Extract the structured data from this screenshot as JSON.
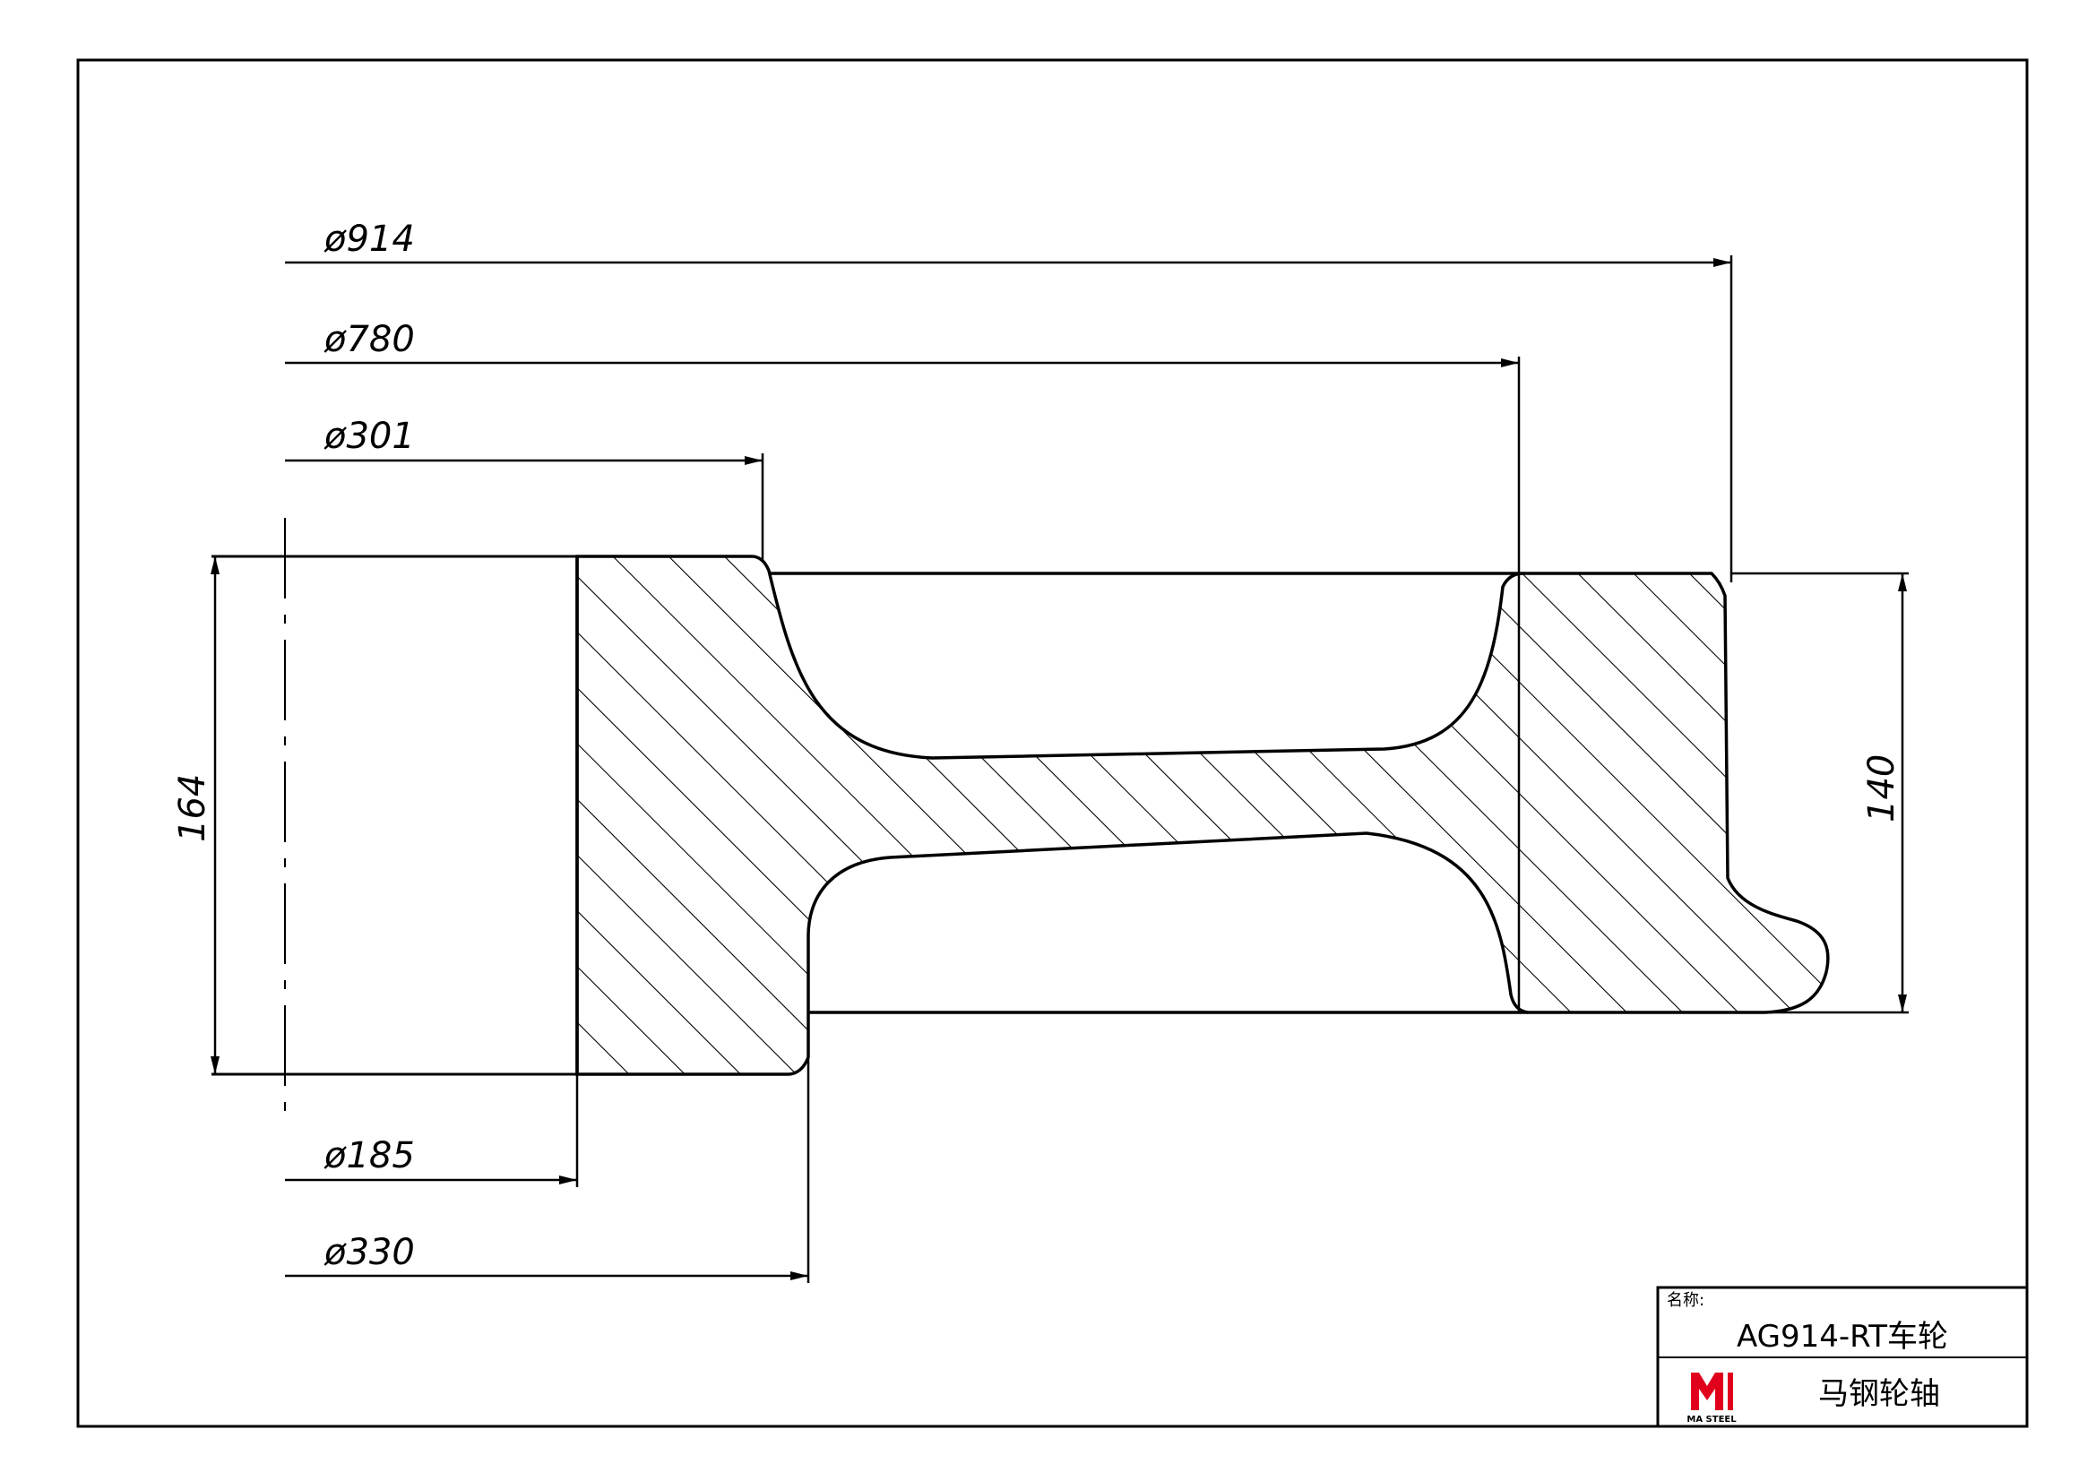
{
  "dimensions": {
    "d914": "ø914",
    "d780": "ø780",
    "d301": "ø301",
    "d185": "ø185",
    "d330": "ø330",
    "h164": "164",
    "h140": "140"
  },
  "title_block": {
    "name_label": "名称:",
    "part_name": "AG914-RT车轮",
    "company": "马钢轮轴",
    "logo_text": "MA STEEL"
  },
  "colors": {
    "line": "#000000",
    "logo_red": "#e0001b",
    "background": "#ffffff"
  }
}
